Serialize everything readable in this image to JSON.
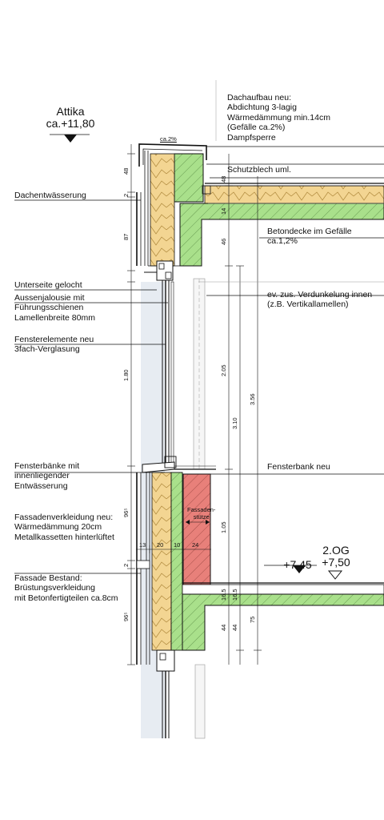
{
  "levels": {
    "attika": {
      "name": "Attika",
      "value": "ca.+11,80"
    },
    "floor": {
      "value": "+7,45"
    },
    "og": {
      "name": "2.OG",
      "value": "+7,50"
    }
  },
  "labels_left": {
    "dachentwaesserung": [
      "Dachentwässerung"
    ],
    "unterseite": [
      "Unterseite gelocht"
    ],
    "jalousie": [
      "Aussenjalousie mit",
      "Führungsschienen",
      "Lamellenbreite 80mm"
    ],
    "fenster": [
      "Fensterelemente neu",
      "3fach-Verglasung"
    ],
    "fensterbaenke": [
      "Fensterbänke mit",
      "innenliegender",
      "Entwässerung"
    ],
    "fassadenverkleidung": [
      "Fassadenverkleidung neu:",
      "Wärmedämmung 20cm",
      "Metallkassetten hinterlüftet"
    ],
    "bestand": [
      "Fassade Bestand:",
      "Brüstungsverkleidung",
      "mit Betonfertigteilen ca.8cm"
    ]
  },
  "labels_right": {
    "dachaufbau": [
      "Dachaufbau neu:",
      "Abdichtung 3-lagig",
      "Wärmedämmung min.14cm",
      "(Gefälle ca.2%)",
      "Dampfsperre"
    ],
    "schutzblech": [
      "Schutzblech uml."
    ],
    "betondecke": [
      "Betondecke im Gefälle",
      "ca.1,2%"
    ],
    "verdunkelung": [
      "ev. zus. Verdunkelung innen",
      "(z.B. Vertikallamellen)"
    ],
    "fensterbank": [
      "Fensterbank neu"
    ]
  },
  "stuetze": [
    "Fassaden-",
    "stütze"
  ],
  "dimensions": {
    "slope": "ca.2%",
    "d48a": "48",
    "d2a": "2",
    "d87": "87",
    "d180": "1.80",
    "d96a": "96⁵",
    "d2b": "2",
    "d96b": "96⁵",
    "d48b": "48",
    "d14": "14",
    "d46": "46",
    "d205": "2.05",
    "d310": "3.10",
    "d356": "3.56",
    "d105": "1.05",
    "d165a": "16.5",
    "d165b": "16.5",
    "d44a": "44",
    "d44b": "44",
    "d75": "75",
    "h13": "13",
    "h20": "20",
    "h10": "10",
    "h24": "24"
  },
  "colors": {
    "insulation": "#f3d592",
    "concrete": "#a9e08b",
    "column": "#e8807a",
    "glass": "#dfe6ee",
    "line": "#111111"
  }
}
